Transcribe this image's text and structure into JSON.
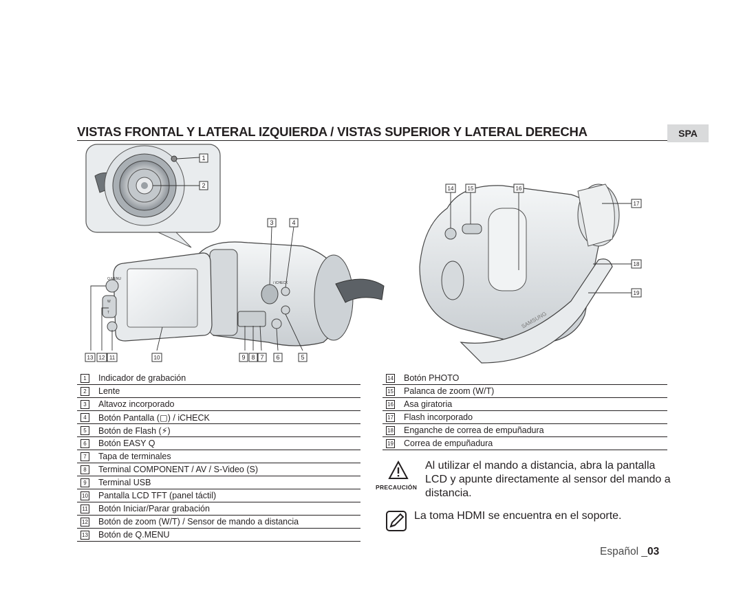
{
  "header": {
    "title": "VISTAS FRONTAL Y LATERAL IZQUIERDA / VISTAS SUPERIOR Y LATERAL DERECHA",
    "lang_tab": "SPA"
  },
  "figure": {
    "callouts_left": [
      "1",
      "2",
      "3",
      "4",
      "13",
      "12",
      "11",
      "10",
      "9",
      "8",
      "7",
      "6",
      "5"
    ],
    "callouts_right": [
      "14",
      "15",
      "16",
      "17",
      "18",
      "19"
    ],
    "camera_labels": {
      "qmenu": "Q.MENU",
      "w": "W",
      "t": "T",
      "icheck": "/ iCHECK",
      "brand": "SAMSUNG"
    }
  },
  "legend_left": [
    {
      "n": "1",
      "text": "Indicador de grabación"
    },
    {
      "n": "2",
      "text": "Lente"
    },
    {
      "n": "3",
      "text": "Altavoz incorporado"
    },
    {
      "n": "4",
      "text": "Botón Pantalla (▢) / iCHECK"
    },
    {
      "n": "5",
      "text": "Botón de Flash (⚡)"
    },
    {
      "n": "6",
      "text": "Botón EASY Q"
    },
    {
      "n": "7",
      "text": "Tapa de terminales"
    },
    {
      "n": "8",
      "text": "Terminal COMPONENT / AV / S-Video (S)"
    },
    {
      "n": "9",
      "text": "Terminal USB"
    },
    {
      "n": "10",
      "text": "Pantalla LCD TFT (panel táctil)"
    },
    {
      "n": "11",
      "text": "Botón Iniciar/Parar grabación"
    },
    {
      "n": "12",
      "text": "Botón de zoom (W/T) / Sensor de mando a distancia"
    },
    {
      "n": "13",
      "text": "Botón de Q.MENU"
    }
  ],
  "legend_right": [
    {
      "n": "14",
      "text": "Botón PHOTO"
    },
    {
      "n": "15",
      "text": "Palanca de zoom (W/T)"
    },
    {
      "n": "16",
      "text": "Asa giratoria"
    },
    {
      "n": "17",
      "text": "Flash incorporado"
    },
    {
      "n": "18",
      "text": "Enganche de correa de empuñadura"
    },
    {
      "n": "19",
      "text": "Correa de empuñadura"
    }
  ],
  "caution": {
    "label": "PRECAUCIÓN",
    "text": "Al utilizar el mando a distancia, abra la pantalla LCD y apunte directamente al sensor del mando a distancia.",
    "icon": "warning-triangle-icon"
  },
  "note": {
    "text": "La toma HDMI se encuentra en el soporte.",
    "icon": "note-pencil-icon"
  },
  "footer": {
    "language": "Español _",
    "page": "03"
  }
}
